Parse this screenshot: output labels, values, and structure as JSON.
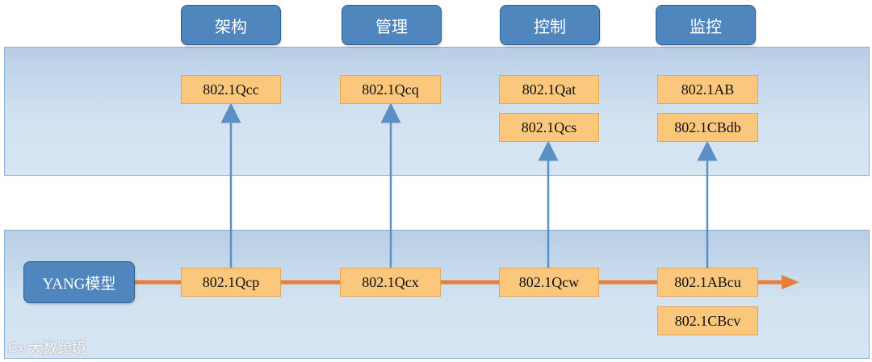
{
  "headers": [
    "架构",
    "管理",
    "控制",
    "监控"
  ],
  "top_boxes": {
    "col1": [
      "802.1Qcc"
    ],
    "col2": [
      "802.1Qcq"
    ],
    "col3": [
      "802.1Qat",
      "802.1Qcs"
    ],
    "col4": [
      "802.1AB",
      "802.1CBdb"
    ]
  },
  "yang_label": "YANG模型",
  "bottom_boxes": [
    "802.1Qcp",
    "802.1Qcx",
    "802.1Qcw",
    "802.1ABcu"
  ],
  "extra_bottom_box": "802.1CBcv",
  "watermark": "大数跨境",
  "colors": {
    "band_fill": "#d2e2f1",
    "header_fill": "#4f86bd",
    "std_fill": "#fbc77d",
    "arrow_blue": "#5b8fc6",
    "arrow_orange": "#e87e3c"
  }
}
